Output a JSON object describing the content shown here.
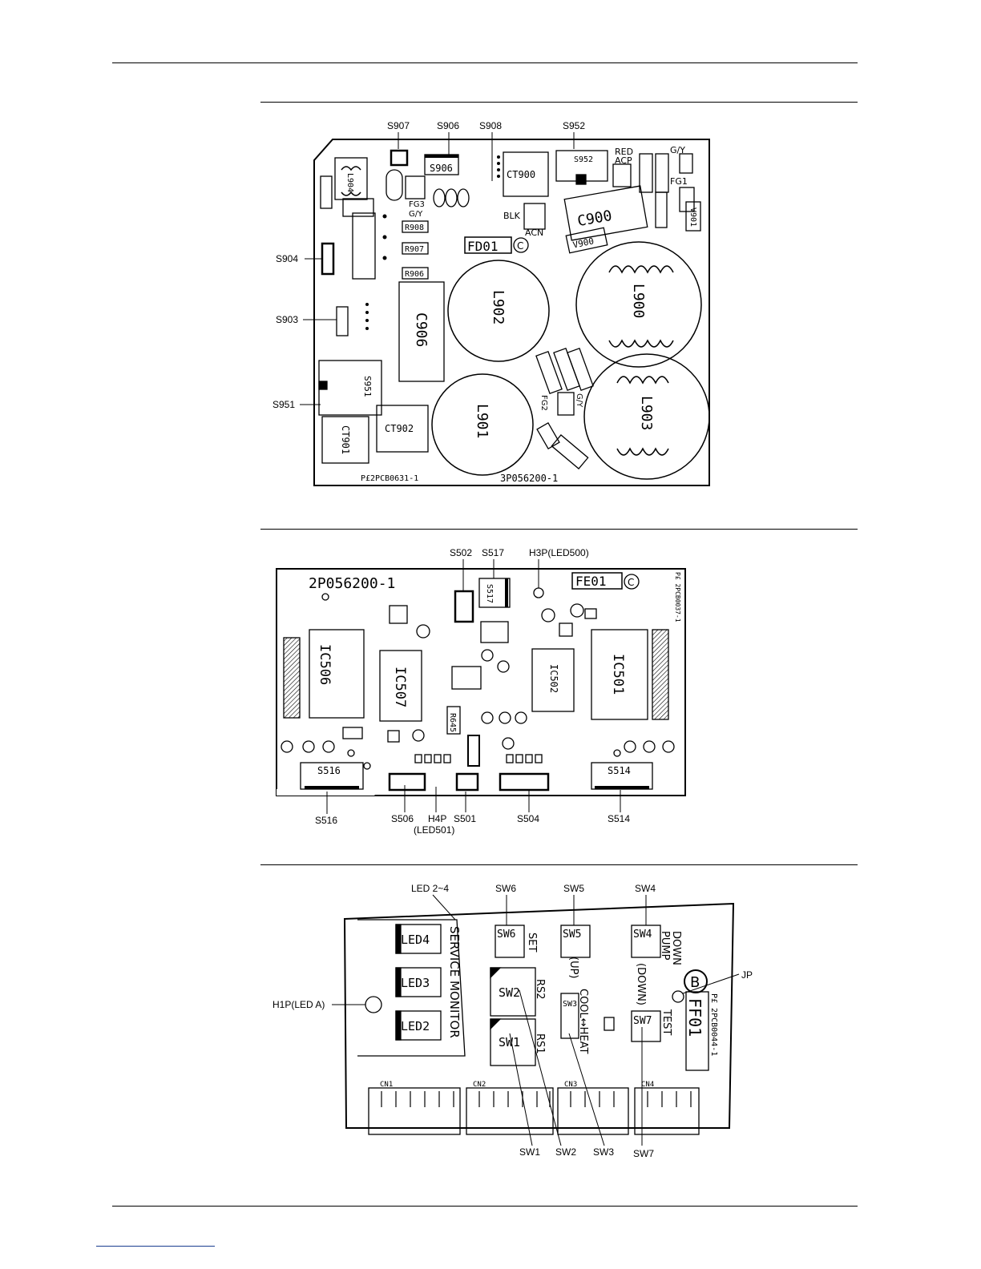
{
  "board1": {
    "callouts": {
      "s907": "S907",
      "s906": "S906",
      "s908": "S908",
      "s952": "S952",
      "s904": "S904",
      "s903": "S903",
      "s951": "S951"
    },
    "labels": {
      "s906": "S906",
      "ct900": "CT900",
      "s952": "S952",
      "red": "RED",
      "acp": "ACP",
      "gy": "G/Y",
      "fg1": "FG1",
      "fg3": "FG3",
      "gy2": "G/Y",
      "blk": "BLK",
      "acn": "ACN",
      "c900": "C900",
      "v900": "V900",
      "fd01": "FD01",
      "fd01_rev": "C",
      "r908": "R908",
      "r907": "R907",
      "r906": "R906",
      "l904": "L904",
      "l902": "L902",
      "l900": "L900",
      "l901": "L901",
      "l903": "L903",
      "c906": "C906",
      "ct902": "CT902",
      "ct901": "CT901",
      "s951": "S951",
      "fg2": "FG2",
      "gy3": "G/Y",
      "v901": "V901",
      "partno": "P£2PCB0631-1",
      "boardno": "3P056200-1"
    }
  },
  "board2": {
    "callouts": {
      "s502": "S502",
      "s517": "S517",
      "h3p": "H3P(LED500)",
      "s516": "S516",
      "s506": "S506",
      "h4p": "H4P",
      "h4p_sub": "(LED501)",
      "s501": "S501",
      "s504": "S504",
      "s514": "S514"
    },
    "labels": {
      "boardno": "2P056200-1",
      "fe01": "FE01",
      "fe01_rev": "C",
      "partno": "P£ 2PCB0037-1",
      "ic506": "IC506",
      "ic507": "IC507",
      "ic502": "IC502",
      "ic501": "IC501",
      "s517": "S517",
      "r645": "R645",
      "s516": "S516",
      "s514": "S514"
    }
  },
  "board3": {
    "callouts": {
      "led24": "LED 2~4",
      "sw6": "SW6",
      "sw5": "SW5",
      "sw4": "SW4",
      "jp": "JP",
      "h1p": "H1P(LED A)",
      "sw1": "SW1",
      "sw2": "SW2",
      "sw3": "SW3",
      "sw7": "SW7"
    },
    "labels": {
      "led4": "LED4",
      "led3": "LED3",
      "led2": "LED2",
      "service_monitor": "SERVICE MONITOR",
      "sw6": "SW6",
      "set": "SET",
      "sw5": "SW5",
      "up": "(UP)",
      "sw4": "SW4",
      "pump": "PUMP",
      "down": "DOWN",
      "down2": "(DOWN)",
      "sw2": "SW2",
      "rs2": "RS2",
      "sw1": "SW1",
      "rs1": "RS1",
      "sw3": "SW3",
      "cool_heat": "COOL↔HEAT",
      "sw7": "SW7",
      "test": "TEST",
      "ff01": "FF01",
      "ff01_rev": "B",
      "partno": "P£ 2PCB0044-1",
      "cn1": "CN1",
      "cn2": "CN2",
      "cn3": "CN3",
      "cn4": "CN4"
    }
  }
}
